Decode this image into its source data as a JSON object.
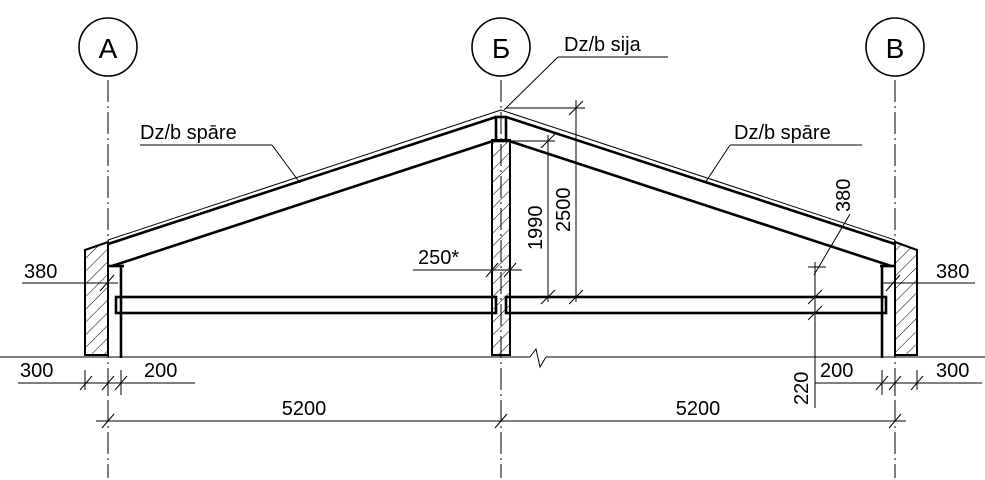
{
  "axes": {
    "left": "A",
    "middle": "Б",
    "right": "B"
  },
  "labels": {
    "rafter_left": "Dz/b spāre",
    "rafter_right": "Dz/b spāre",
    "ridge_beam": "Dz/b sija"
  },
  "dimensions": {
    "eave_depth_left": "380",
    "eave_depth_right": "380",
    "rafter_depth": "380",
    "wall_left": "300",
    "wall_right": "300",
    "inner_left": "200",
    "inner_right": "200",
    "span_left": "5200",
    "span_right": "5200",
    "height_inner": "1990",
    "height_ridge": "2500",
    "post_width": "250*",
    "beam_depth": "220"
  }
}
